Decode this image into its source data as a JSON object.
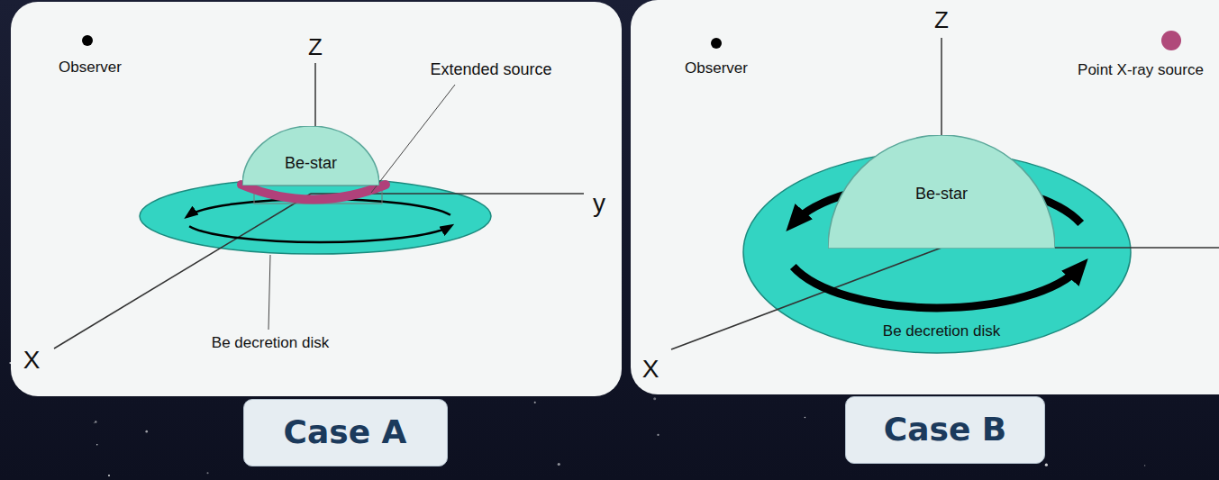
{
  "diagram": {
    "nodes": [
      {
        "text": [
          "Be-star"
        ]
      },
      {
        "text": [
          "Be-star"
        ]
      },
      {
        "text": [
          "Case A"
        ]
      },
      {
        "text": [
          "Case B"
        ]
      }
    ],
    "labels": [
      "Observer",
      "Z",
      "Extended source",
      "y",
      "X",
      "Be decretion disk",
      "Observer",
      "Z",
      "Point X-ray source",
      "X",
      "Be decretion disk"
    ]
  }
}
